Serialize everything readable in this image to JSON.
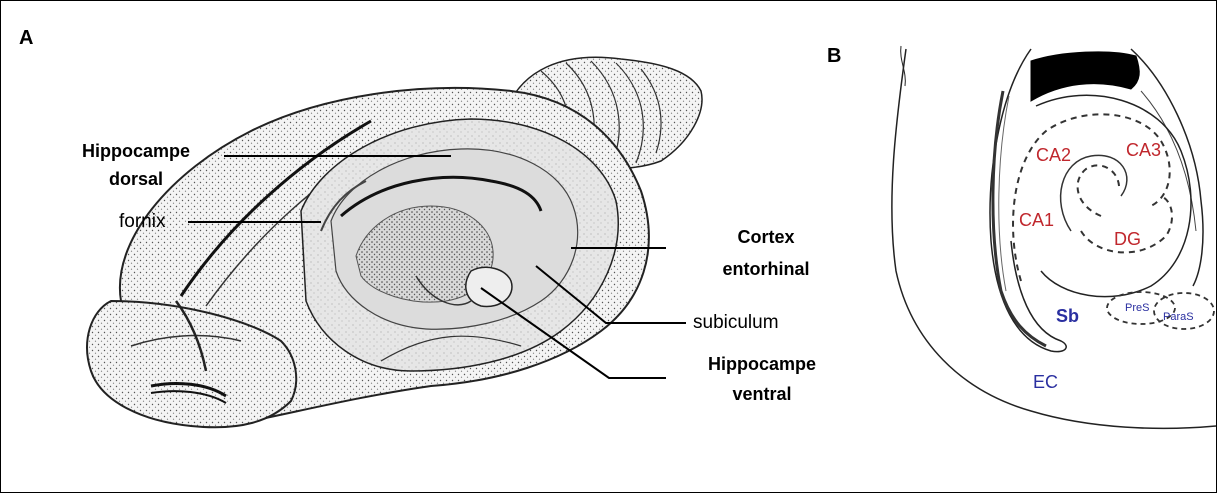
{
  "panels": {
    "a": "A",
    "b": "B"
  },
  "panel_a_labels": {
    "hippocampe_dorsal_1": "Hippocampe",
    "hippocampe_dorsal_2": "dorsal",
    "fornix": "fornix",
    "cortex_entorhinal_1": "Cortex",
    "cortex_entorhinal_2": "entorhinal",
    "subiculum": "subiculum",
    "hippocampe_ventral_1": "Hippocampe",
    "hippocampe_ventral_2": "ventral"
  },
  "panel_b_labels": {
    "ca2": "CA2",
    "ca3": "CA3",
    "ca1": "CA1",
    "dg": "DG",
    "sb": "Sb",
    "pres": "PreS",
    "paras": "ParaS",
    "ec": "EC"
  },
  "colors": {
    "hippocampal_field": "#c0272d",
    "parahippocampal_field": "#2a2fa0",
    "line": "#000000"
  }
}
